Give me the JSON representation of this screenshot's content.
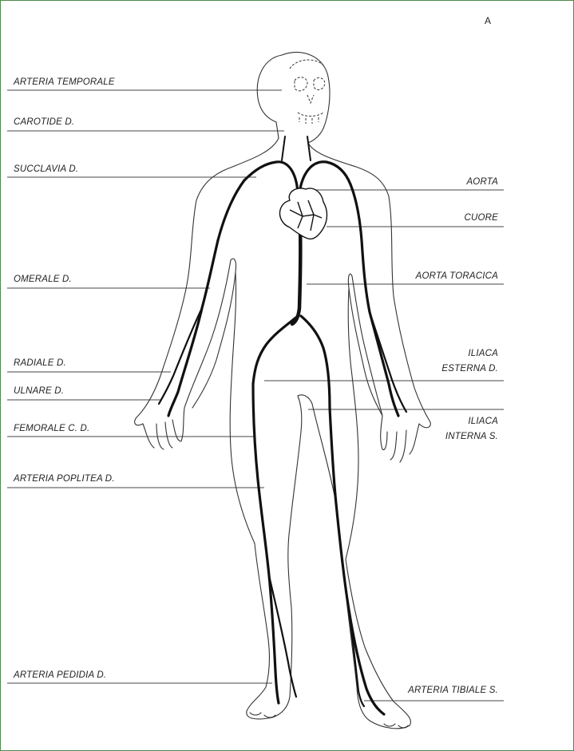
{
  "panel_letter": "A",
  "labels_left": {
    "temporale": "ARTERIA TEMPORALE",
    "carotide": "CAROTIDE D.",
    "succlavia": "SUCCLAVIA D.",
    "omerale": "OMERALE D.",
    "radiale": "RADIALE D.",
    "ulnare": "ULNARE D.",
    "femorale": "FEMORALE C. D.",
    "poplitea": "ARTERIA POPLITEA D.",
    "pedidia": "ARTERIA PEDIDIA D."
  },
  "labels_right": {
    "aorta": "AORTA",
    "cuore": "CUORE",
    "aorta_toracica": "AORTA TORACICA",
    "iliaca_esterna_1": "ILIACA",
    "iliaca_esterna_2": "ESTERNA D.",
    "iliaca_interna_1": "ILIACA",
    "iliaca_interna_2": "INTERNA S.",
    "tibiale": "ARTERIA TIBIALE S."
  }
}
